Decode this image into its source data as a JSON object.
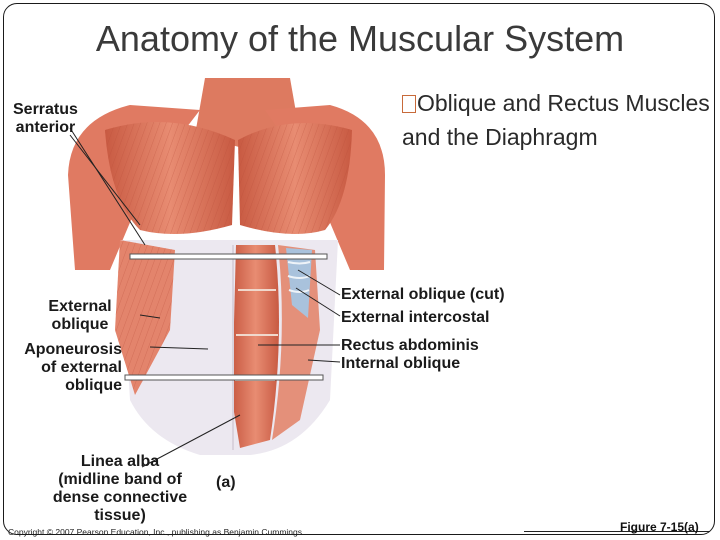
{
  "slide": {
    "title": "Anatomy of the Muscular System",
    "bullet_text": "Oblique and Rectus Muscles and the Diaphragm"
  },
  "figure": {
    "labels": {
      "serratus_anterior": "Serratus\nanterior",
      "external_oblique": "External\noblique",
      "aponeurosis": "Aponeurosis\nof external\noblique",
      "linea_alba": "Linea alba\n(midline band of\ndense connective\ntissue)",
      "panel": "(a)",
      "external_oblique_cut": "External oblique (cut)",
      "external_intercostal": "External intercostal",
      "rectus_abdominis": "Rectus abdominis",
      "internal_oblique": "Internal oblique"
    },
    "colors": {
      "muscle": "#e07a62",
      "muscle_dark": "#c2553e",
      "aponeurosis": "#eeeaf2",
      "rib_blue": "#9fb8d6"
    }
  },
  "footer": {
    "copyright": "Copyright © 2007 Pearson Education, Inc., publishing as Benjamin Cummings",
    "figure_ref": "Figure 7-15(a)"
  }
}
